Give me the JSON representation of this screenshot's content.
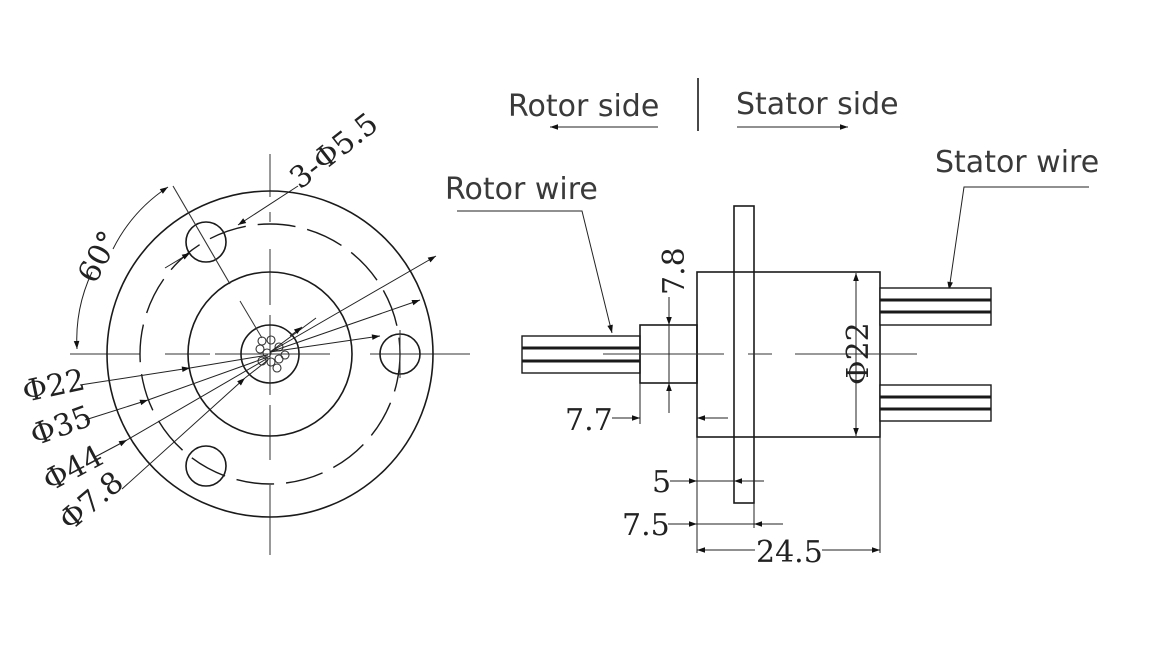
{
  "drawing": {
    "title": "Slip ring dimension drawing",
    "front_view": {
      "hole_callout": "3-Φ5.5",
      "angle_label": "60°",
      "diameters": [
        "Φ22",
        "Φ35",
        "Φ44",
        "Φ7.8"
      ]
    },
    "side_view": {
      "rotor_side_label": "Rotor side",
      "stator_side_label": "Stator side",
      "rotor_wire_label": "Rotor wire",
      "stator_wire_label": "Stator wire",
      "dim_shaft_diameter": "7.8",
      "dim_shaft_length": "7.7",
      "dim_body_diameter": "Φ22",
      "dim_flange_thickness": "5",
      "dim_flange_offset": "7.5",
      "dim_body_length": "24.5"
    }
  },
  "colors": {
    "line": "#1a1a1a",
    "text": "#3a3a3a",
    "background": "#ffffff"
  }
}
